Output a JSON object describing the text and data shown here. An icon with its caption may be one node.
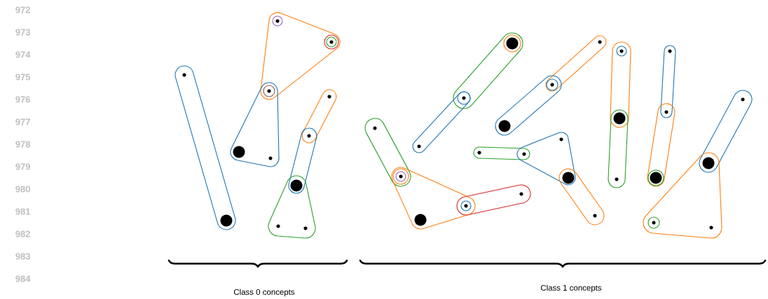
{
  "diagram": {
    "labels": [
      "972",
      "973",
      "974",
      "975",
      "976",
      "977",
      "978",
      "979",
      "980",
      "981",
      "982",
      "983",
      "984",
      "Class 0 concepts",
      "Class 1 concepts"
    ]
  }
}
